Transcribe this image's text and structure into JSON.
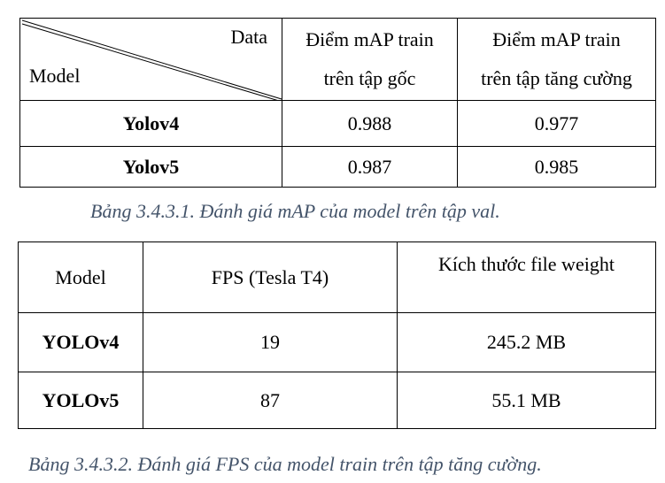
{
  "table1": {
    "header": {
      "diag_top": "Data",
      "diag_bottom": "Model",
      "col1": [
        "Điểm mAP train",
        "trên tập gốc"
      ],
      "col2": [
        "Điểm mAP train",
        "trên tập tăng cường"
      ]
    },
    "rows": [
      {
        "model": "Yolov4",
        "orig": "0.988",
        "aug": "0.977"
      },
      {
        "model": "Yolov5",
        "orig": "0.987",
        "aug": "0.985"
      }
    ]
  },
  "caption1": "Bảng 3.4.3.1.  Đánh giá mAP của model trên tập val.",
  "table2": {
    "header": {
      "model": "Model",
      "fps": "FPS (Tesla T4)",
      "size": "Kích thước file weight"
    },
    "rows": [
      {
        "model": "YOLOv4",
        "fps": "19",
        "size": "245.2 MB"
      },
      {
        "model": "YOLOv5",
        "fps": "87",
        "size": "55.1 MB"
      }
    ]
  },
  "caption2": "Bảng 3.4.3.2.  Đánh giá FPS của model train trên tập tăng cường."
}
